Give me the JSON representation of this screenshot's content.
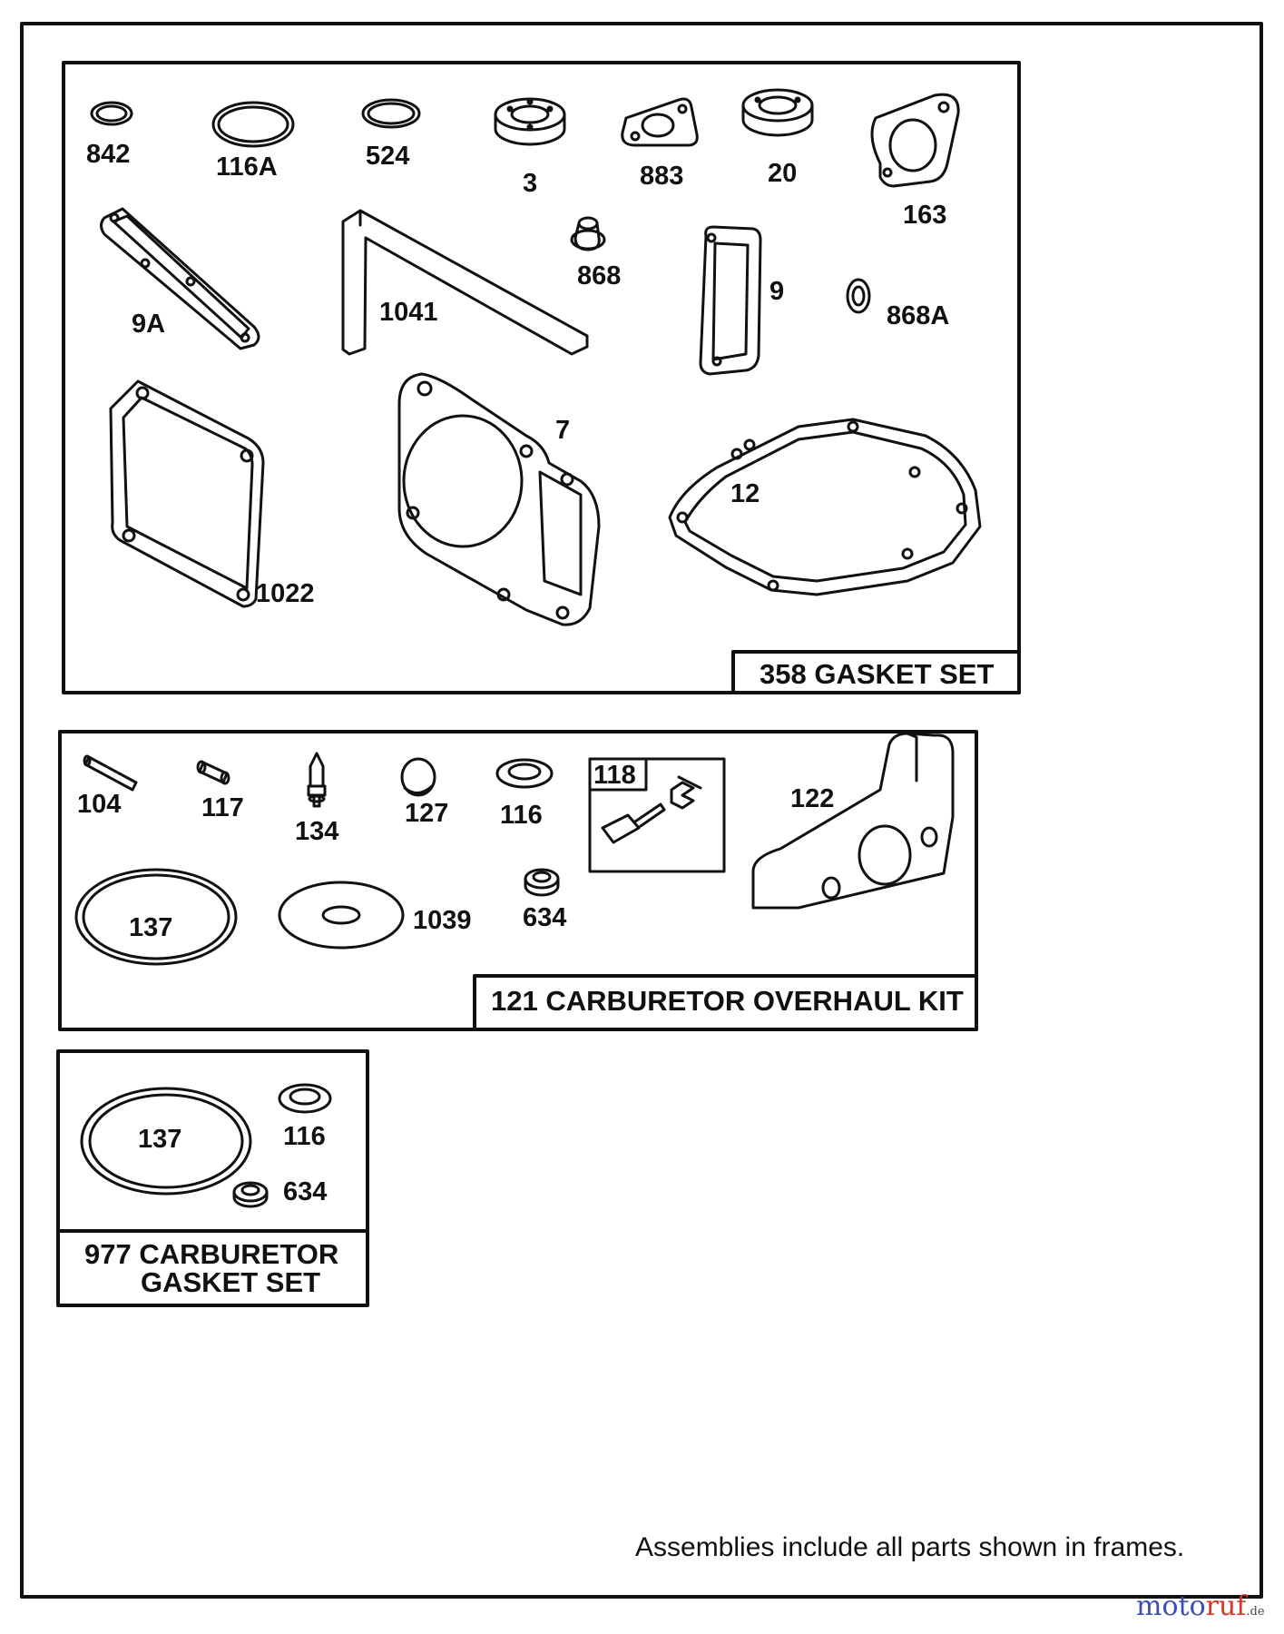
{
  "panels": {
    "gasket_set": {
      "title": "358 GASKET SET",
      "parts": [
        "842",
        "116A",
        "524",
        "3",
        "883",
        "20",
        "163",
        "868",
        "9A",
        "1041",
        "9",
        "868A",
        "7",
        "12",
        "1022"
      ]
    },
    "carb_overhaul": {
      "title": "121 CARBURETOR OVERHAUL KIT",
      "parts": [
        "104",
        "117",
        "134",
        "127",
        "116",
        "118",
        "122",
        "137",
        "1039",
        "634"
      ]
    },
    "carb_gasket": {
      "title_line1": "977 CARBURETOR",
      "title_line2": "GASKET SET",
      "parts": [
        "137",
        "116",
        "634"
      ]
    }
  },
  "footnote": "Assemblies include all parts shown in frames.",
  "watermark": {
    "main": "motoruf",
    "tld": ".de",
    "color_left": "#3a4fb0",
    "color_right": "#d23a2a"
  }
}
